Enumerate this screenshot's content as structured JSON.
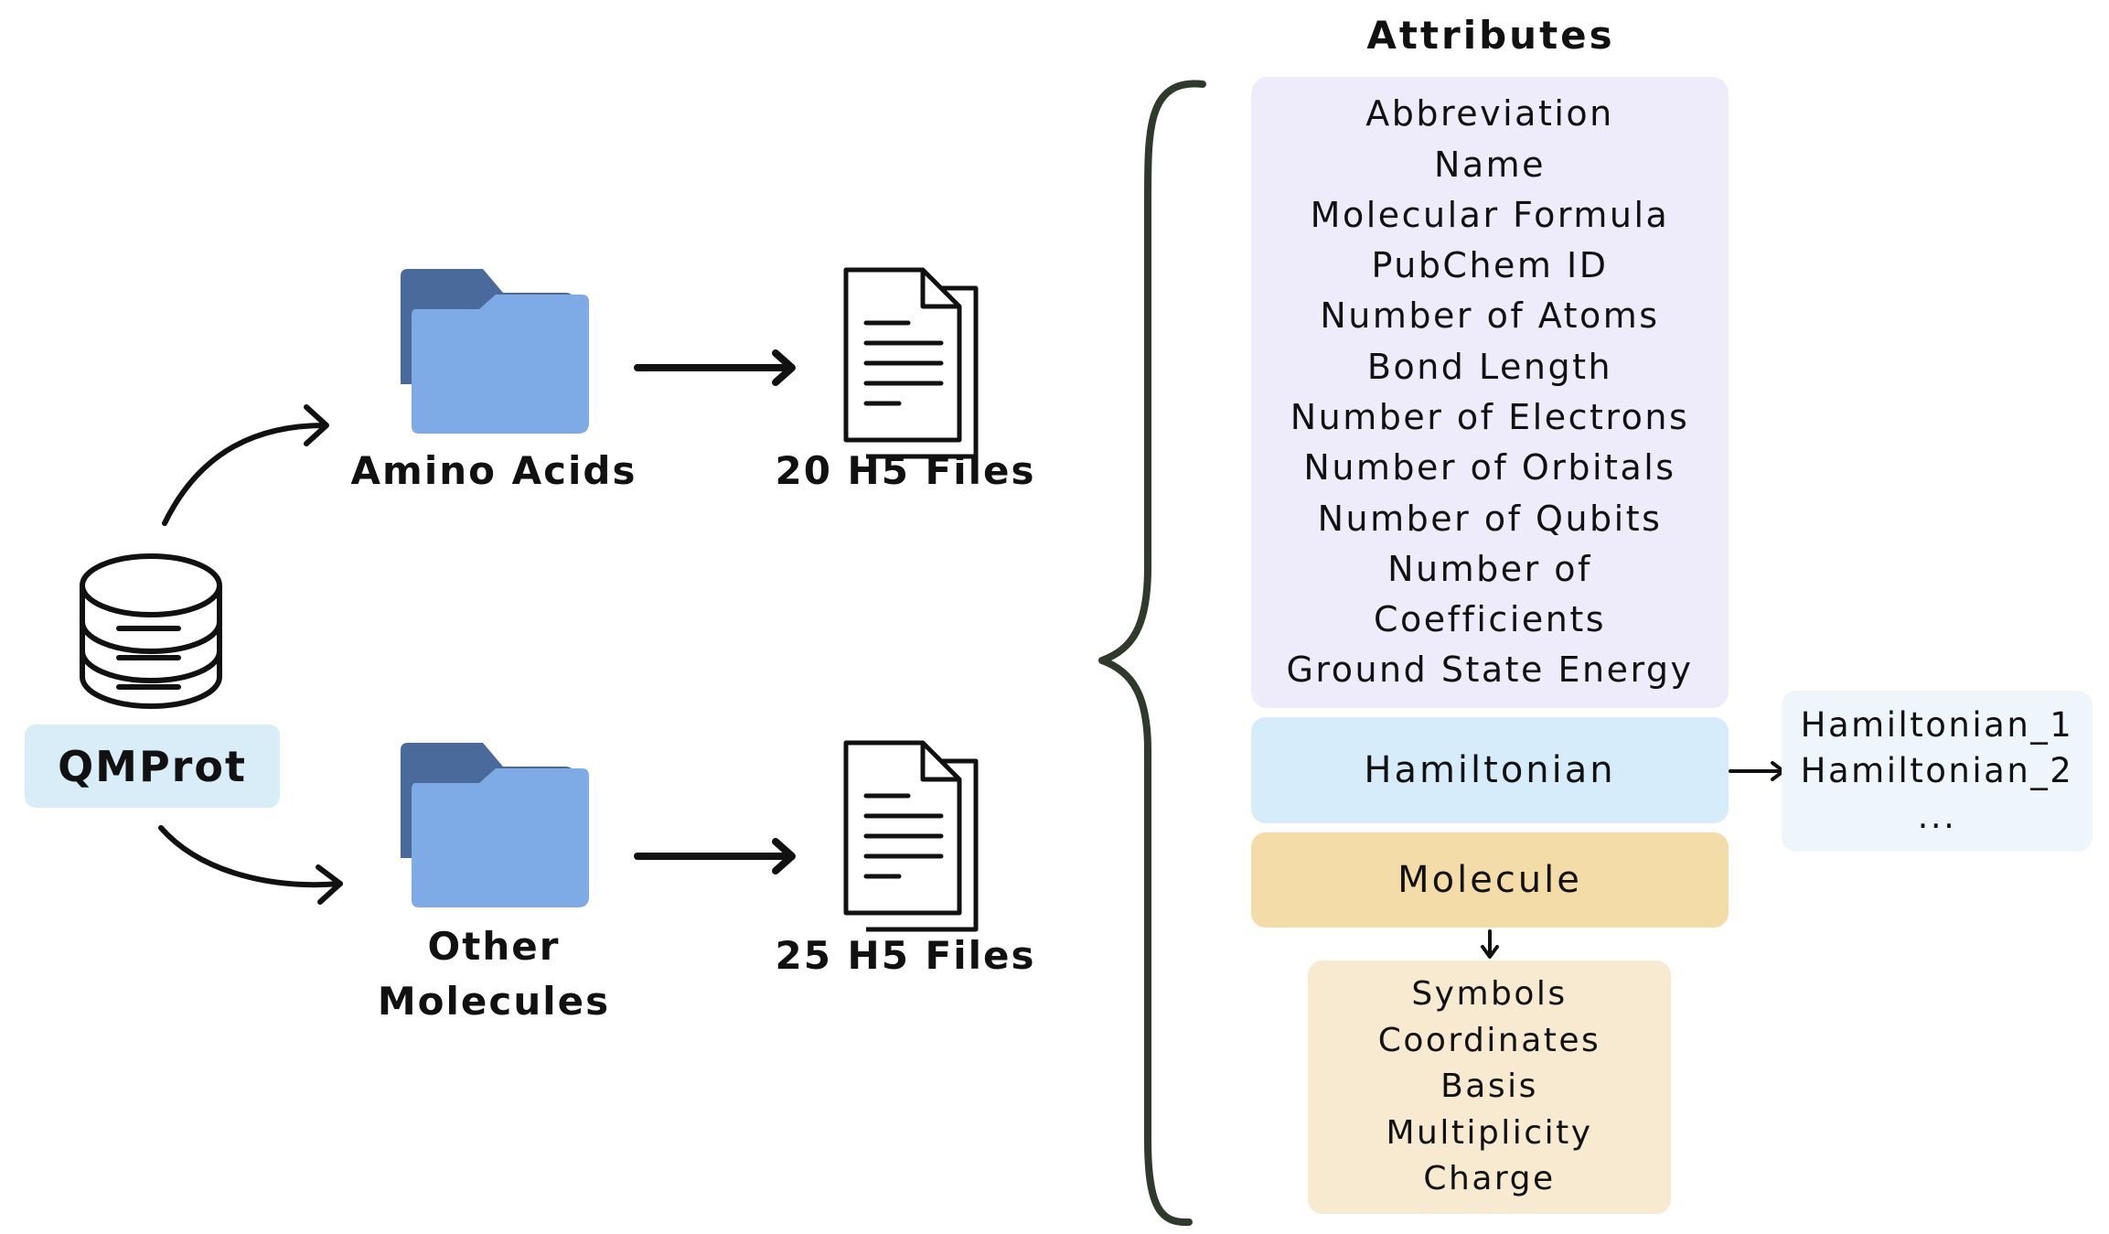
{
  "root": {
    "label": "QMProt"
  },
  "branches": [
    {
      "folder_label_line1": "Amino Acids",
      "folder_label_line2": "",
      "files_label": "20 H5 Files"
    },
    {
      "folder_label_line1": "Other",
      "folder_label_line2": "Molecules",
      "files_label": "25 H5 Files"
    }
  ],
  "attributes": {
    "title": "Attributes",
    "items": [
      "Abbreviation",
      "Name",
      "Molecular Formula",
      "PubChem ID",
      "Number of Atoms",
      "Bond Length",
      "Number of Electrons",
      "Number of Orbitals",
      "Number of Qubits",
      "Number of",
      "Coefficients",
      "Ground State Energy"
    ]
  },
  "hamiltonian": {
    "label": "Hamiltonian",
    "items": [
      "Hamiltonian_1",
      "Hamiltonian_2",
      "..."
    ]
  },
  "molecule": {
    "label": "Molecule",
    "items": [
      "Symbols",
      "Coordinates",
      "Basis",
      "Multiplicity",
      "Charge"
    ]
  },
  "colors": {
    "root_box": "#d9edf8",
    "folder_back": "#4a6a9b",
    "folder_front": "#7eaae6",
    "attributes_panel": "#eeecfb",
    "hamiltonian_panel": "#d6ecfa",
    "hamiltonian_list_panel": "#eef6fc",
    "molecule_panel": "#f3dca8",
    "molecule_list_panel": "#f8e9d1",
    "brace": "#2f3a2c"
  },
  "icons": {
    "root": "database-icon",
    "branch_container": "folder-icon",
    "branch_output": "document-stack-icon"
  }
}
